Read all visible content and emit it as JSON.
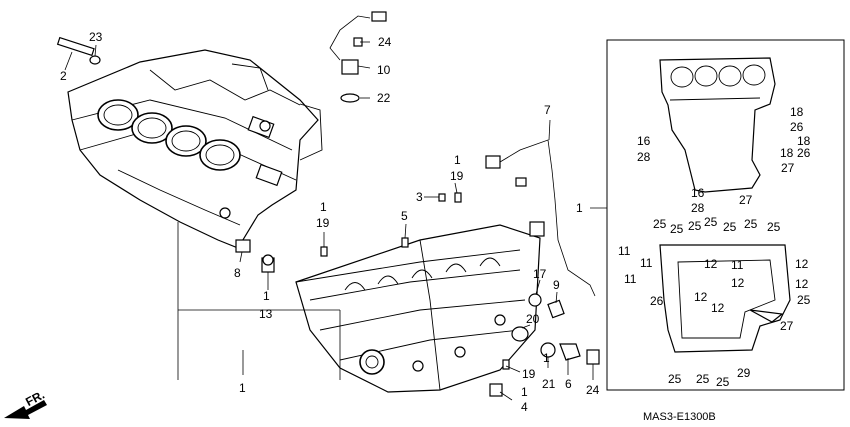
{
  "diagram": {
    "code": "MAS3-E1300B",
    "front_marker": "FR.",
    "labels": {
      "p2": "2",
      "p23": "23",
      "p24a": "24",
      "p10": "10",
      "p22": "22",
      "p8": "8",
      "p1a": "1",
      "p13": "13",
      "p1b": "1",
      "p7": "7",
      "p1c": "1",
      "p19a": "19",
      "p3": "3",
      "p1d": "1",
      "p19b": "19",
      "p5": "5",
      "p17": "17",
      "p9": "9",
      "p20": "20",
      "p1e": "1",
      "p19c": "19",
      "p21": "21",
      "p6": "6",
      "p24b": "24",
      "p1f": "1",
      "p4": "4",
      "p1g": "1",
      "r16a": "16",
      "r28a": "28",
      "r18a": "18",
      "r26a": "26",
      "r18b": "18",
      "r18c": "18",
      "r26b": "26",
      "r27a": "27",
      "r16b": "16",
      "r28b": "28",
      "r27b": "27",
      "r25a": "25",
      "r25b": "25",
      "r25c": "25",
      "r25d": "25",
      "r25e": "25",
      "r25f": "25",
      "r25g": "25",
      "r11a": "11",
      "r11b": "11",
      "r11c": "11",
      "r11d": "11",
      "r12a": "12",
      "r12b": "12",
      "r12c": "12",
      "r12d": "12",
      "r12e": "12",
      "r12f": "12",
      "r26c": "26",
      "r25h": "25",
      "r27c": "27",
      "r25i": "25",
      "r25j": "25",
      "r25k": "25",
      "r29": "29"
    }
  }
}
